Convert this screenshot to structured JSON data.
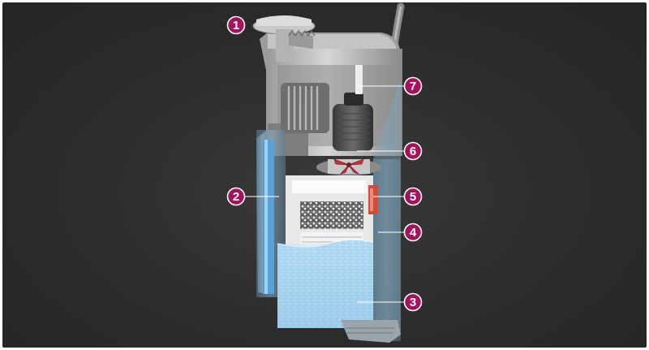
{
  "diagram": {
    "callouts": [
      {
        "id": "c1",
        "label": "1"
      },
      {
        "id": "c2",
        "label": "2"
      },
      {
        "id": "c3",
        "label": "3"
      },
      {
        "id": "c4",
        "label": "4"
      },
      {
        "id": "c5",
        "label": "5"
      },
      {
        "id": "c6",
        "label": "6"
      },
      {
        "id": "c7",
        "label": "7"
      }
    ]
  },
  "colors": {
    "background": "#2c2c2c",
    "callout_fill": "#a3125a",
    "callout_stroke": "#ffffff",
    "housing": "#cfcfcf",
    "water": "#9cc9e6",
    "impeller": "#c8323c"
  }
}
